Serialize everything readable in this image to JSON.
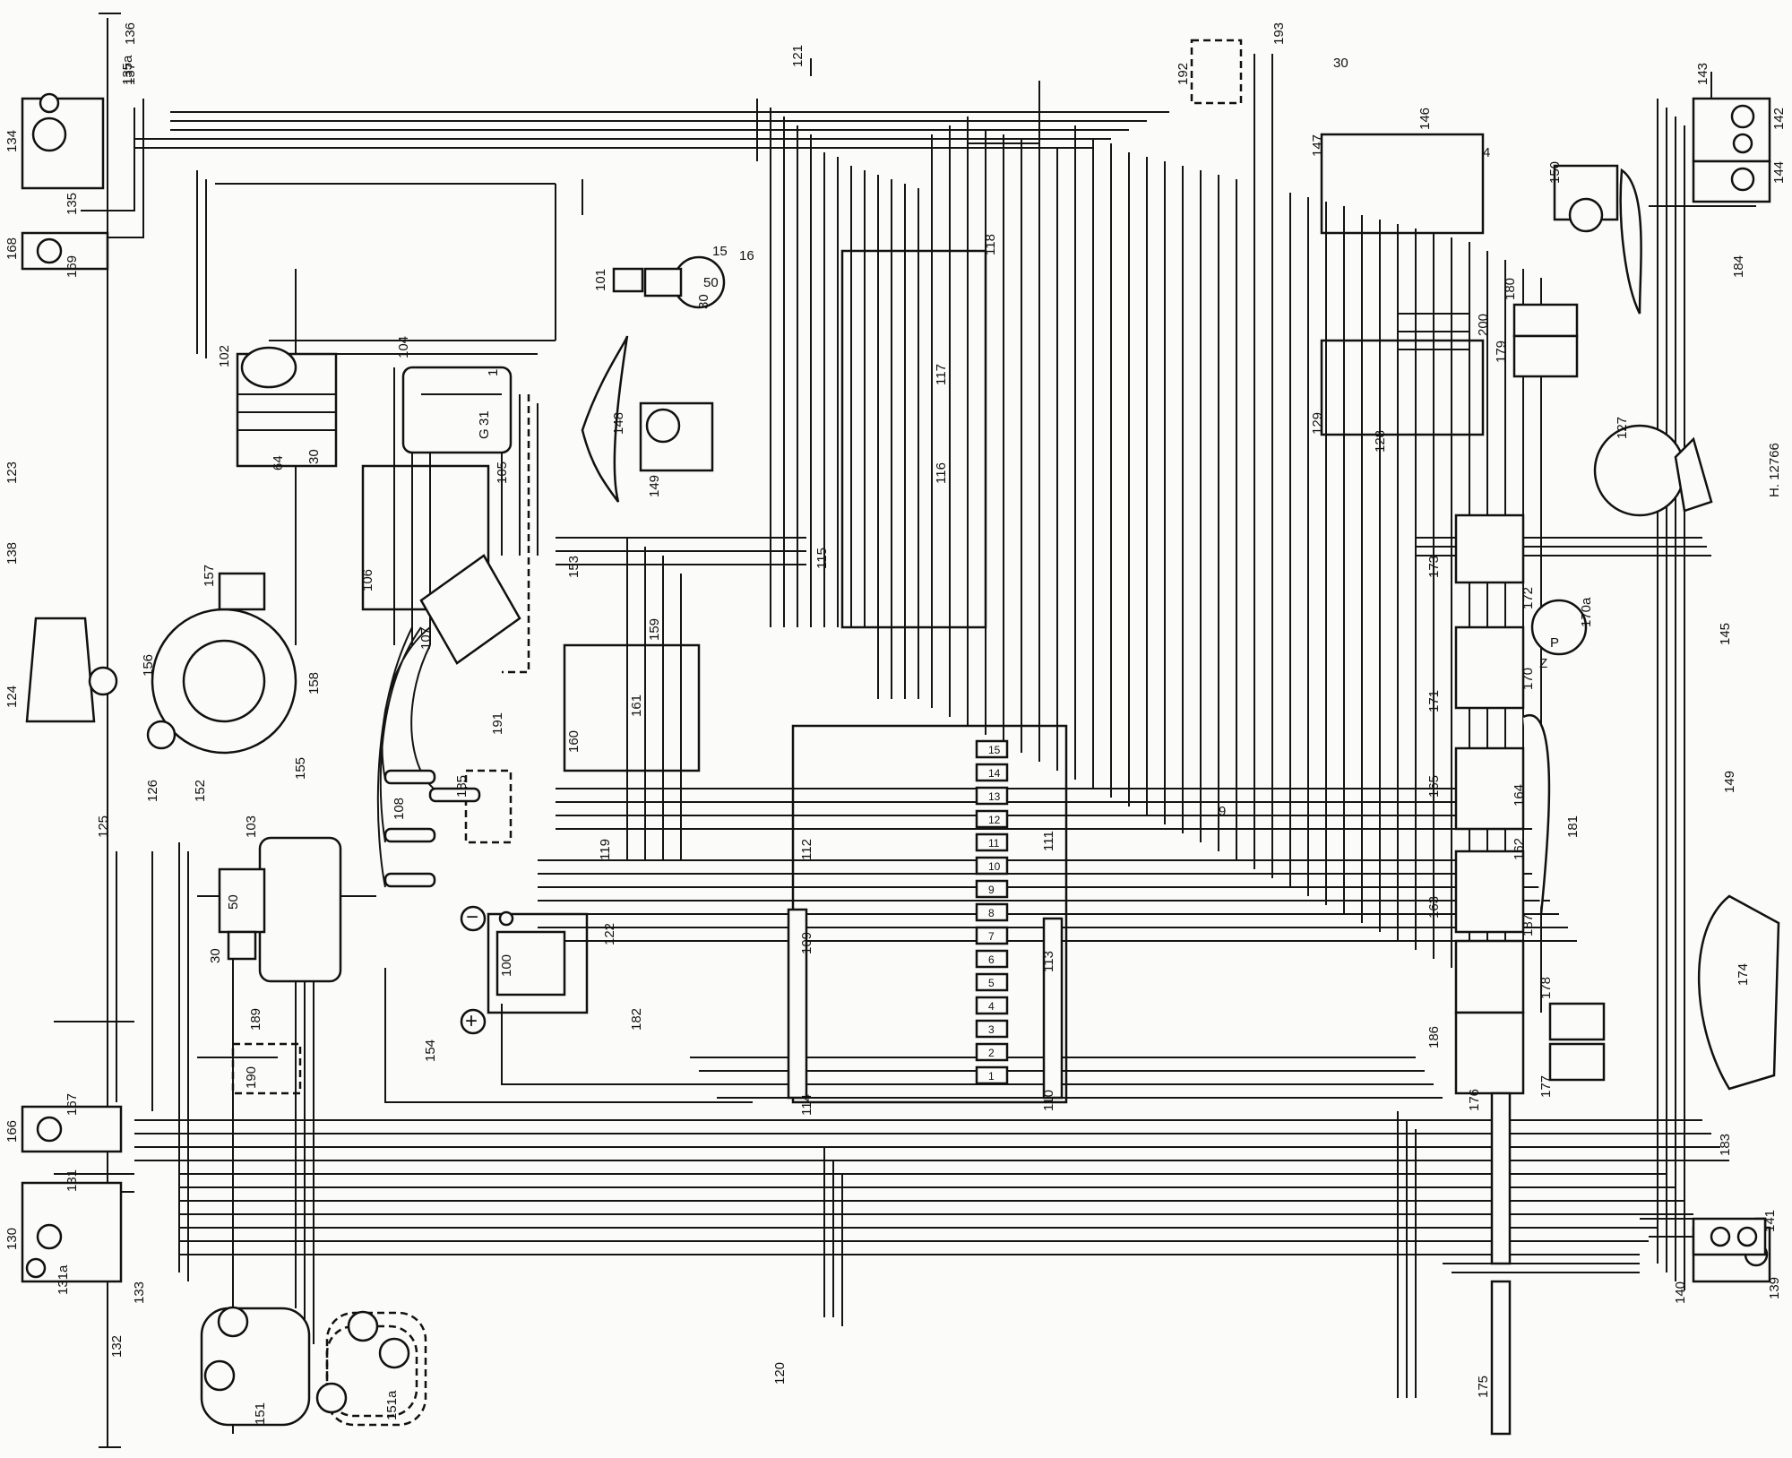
{
  "diagram": {
    "drawing_number": "H. 12766",
    "component_labels": [
      {
        "id": "c135a",
        "text": "135a"
      },
      {
        "id": "c136",
        "text": "136"
      },
      {
        "id": "c137",
        "text": "137"
      },
      {
        "id": "c134",
        "text": "134"
      },
      {
        "id": "c135",
        "text": "135"
      },
      {
        "id": "c168",
        "text": "168"
      },
      {
        "id": "c169",
        "text": "169"
      },
      {
        "id": "c123",
        "text": "123"
      },
      {
        "id": "c138",
        "text": "138"
      },
      {
        "id": "c124",
        "text": "124"
      },
      {
        "id": "c102",
        "text": "102"
      },
      {
        "id": "c104",
        "text": "104"
      },
      {
        "id": "c105",
        "text": "105"
      },
      {
        "id": "c106",
        "text": "106"
      },
      {
        "id": "c107",
        "text": "107"
      },
      {
        "id": "c108",
        "text": "108"
      },
      {
        "id": "c157",
        "text": "157"
      },
      {
        "id": "c156",
        "text": "156"
      },
      {
        "id": "c158",
        "text": "158"
      },
      {
        "id": "c155",
        "text": "155"
      },
      {
        "id": "c121",
        "text": "121"
      },
      {
        "id": "c101",
        "text": "101"
      },
      {
        "id": "c148",
        "text": "148"
      },
      {
        "id": "c149",
        "text": "149"
      },
      {
        "id": "c153",
        "text": "153"
      },
      {
        "id": "c159",
        "text": "159"
      },
      {
        "id": "c161",
        "text": "161"
      },
      {
        "id": "c160",
        "text": "160"
      },
      {
        "id": "c191",
        "text": "191"
      },
      {
        "id": "c185",
        "text": "185"
      },
      {
        "id": "c119",
        "text": "119"
      },
      {
        "id": "c115",
        "text": "115"
      },
      {
        "id": "c116",
        "text": "116"
      },
      {
        "id": "c117",
        "text": "117"
      },
      {
        "id": "c118",
        "text": "118"
      },
      {
        "id": "c192",
        "text": "192"
      },
      {
        "id": "c193",
        "text": "193"
      },
      {
        "id": "c30a",
        "text": "30"
      },
      {
        "id": "c146",
        "text": "146"
      },
      {
        "id": "c147",
        "text": "147"
      },
      {
        "id": "c142",
        "text": "142"
      },
      {
        "id": "c143",
        "text": "143"
      },
      {
        "id": "c144",
        "text": "144"
      },
      {
        "id": "c150",
        "text": "150"
      },
      {
        "id": "c184",
        "text": "184"
      },
      {
        "id": "c200",
        "text": "200"
      },
      {
        "id": "c180",
        "text": "180"
      },
      {
        "id": "c179",
        "text": "179"
      },
      {
        "id": "c129",
        "text": "129"
      },
      {
        "id": "c128",
        "text": "128"
      },
      {
        "id": "c127",
        "text": "127"
      },
      {
        "id": "c173",
        "text": "173"
      },
      {
        "id": "c172",
        "text": "172"
      },
      {
        "id": "c170a",
        "text": "170a"
      },
      {
        "id": "c170",
        "text": "170"
      },
      {
        "id": "c171",
        "text": "171"
      },
      {
        "id": "c145",
        "text": "145"
      },
      {
        "id": "c165",
        "text": "165"
      },
      {
        "id": "c164",
        "text": "164"
      },
      {
        "id": "c181",
        "text": "181"
      },
      {
        "id": "c149b",
        "text": "149"
      },
      {
        "id": "c162",
        "text": "162"
      },
      {
        "id": "c163",
        "text": "163"
      },
      {
        "id": "c187",
        "text": "187"
      },
      {
        "id": "c186",
        "text": "186"
      },
      {
        "id": "c178",
        "text": "178"
      },
      {
        "id": "c177",
        "text": "177"
      },
      {
        "id": "c174",
        "text": "174"
      },
      {
        "id": "c176",
        "text": "176"
      },
      {
        "id": "c183",
        "text": "183"
      },
      {
        "id": "c141",
        "text": "141"
      },
      {
        "id": "c139",
        "text": "139"
      },
      {
        "id": "c140",
        "text": "140"
      },
      {
        "id": "c175",
        "text": "175"
      },
      {
        "id": "c120",
        "text": "120"
      },
      {
        "id": "c109",
        "text": "109"
      },
      {
        "id": "c110",
        "text": "110"
      },
      {
        "id": "c111",
        "text": "111"
      },
      {
        "id": "c112",
        "text": "112"
      },
      {
        "id": "c113",
        "text": "113"
      },
      {
        "id": "c114",
        "text": "114"
      },
      {
        "id": "c100",
        "text": "100"
      },
      {
        "id": "c122",
        "text": "122"
      },
      {
        "id": "c182",
        "text": "182"
      },
      {
        "id": "c154",
        "text": "154"
      },
      {
        "id": "c103",
        "text": "103"
      },
      {
        "id": "c125",
        "text": "125"
      },
      {
        "id": "c126",
        "text": "126"
      },
      {
        "id": "c152",
        "text": "152"
      },
      {
        "id": "c189",
        "text": "189"
      },
      {
        "id": "c190",
        "text": "190"
      },
      {
        "id": "c166",
        "text": "166"
      },
      {
        "id": "c167",
        "text": "167"
      },
      {
        "id": "c130",
        "text": "130"
      },
      {
        "id": "c131",
        "text": "131"
      },
      {
        "id": "c131a",
        "text": "131a"
      },
      {
        "id": "c133",
        "text": "133"
      },
      {
        "id": "c132",
        "text": "132"
      },
      {
        "id": "c151",
        "text": "151"
      },
      {
        "id": "c151a",
        "text": "151a"
      }
    ],
    "terminal_labels": {
      "t30_alt": "30",
      "t64": "64",
      "t15": "15",
      "t16": "16",
      "t50": "50",
      "t30_ign": "30",
      "t50_starter": "50",
      "t30_starter": "30",
      "t31": "31",
      "tG": "G",
      "t1": "1",
      "tP": "P",
      "tZ": "Z",
      "t4": "4",
      "t9": "9"
    },
    "battery_signs": {
      "minus": "−",
      "plus": "+"
    },
    "fuse_numbers": [
      "1",
      "2",
      "3",
      "4",
      "5",
      "6",
      "7",
      "8",
      "9",
      "10",
      "11",
      "12",
      "13",
      "14",
      "15"
    ]
  }
}
